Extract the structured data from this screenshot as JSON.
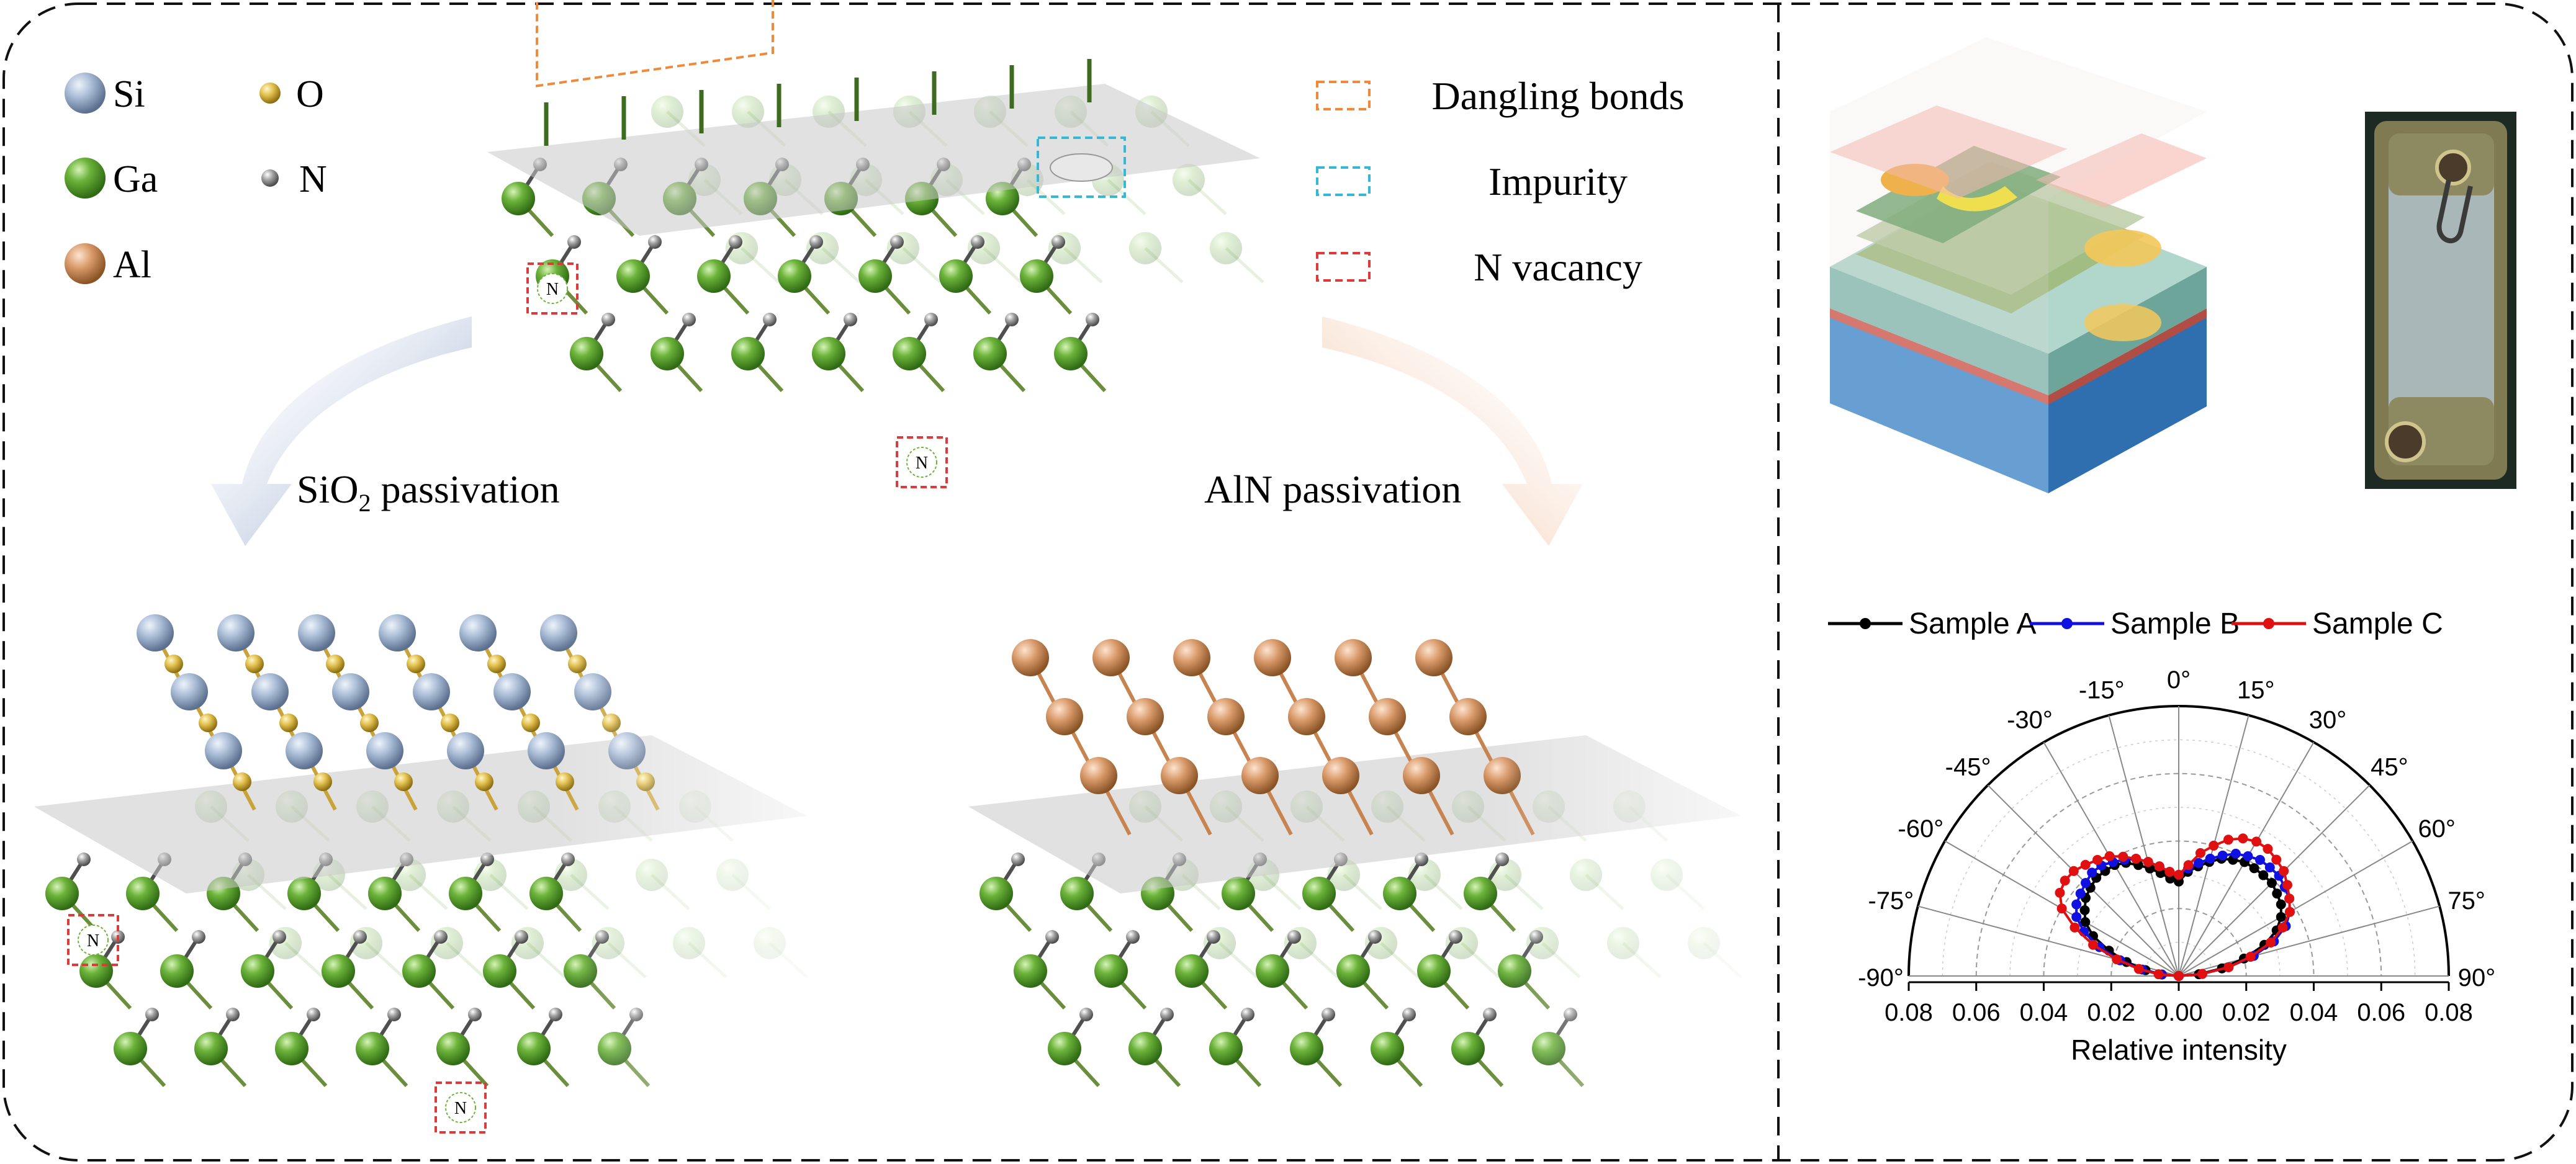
{
  "element_legend": [
    {
      "label": "Si",
      "color": "#a9bcd6"
    },
    {
      "label": "O",
      "color": "#e2c04e"
    },
    {
      "label": "Ga",
      "color": "#6cb33a"
    },
    {
      "label": "N",
      "color": "#8d8d8d"
    },
    {
      "label": "Al",
      "color": "#d99a6a"
    }
  ],
  "defect_legend": [
    {
      "label": "Dangling bonds",
      "color": "#f08a3a"
    },
    {
      "label": "Impurity",
      "color": "#35b8d8"
    },
    {
      "label": "N vacancy",
      "color": "#dd3a3a"
    }
  ],
  "vacancy_symbol": "N",
  "passivation": {
    "sio2_prefix": "SiO",
    "sio2_sub": "2",
    "sio2_suffix": " passivation",
    "aln": "AlN passivation"
  },
  "colors": {
    "ga": "#6cb33a",
    "n": "#8d8d8d",
    "si": "#a9bcd6",
    "o": "#e2c04e",
    "al": "#d99a6a",
    "arrow_left": "#7f97c2",
    "arrow_right": "#f0b48c",
    "plane": "#c9c9c9"
  },
  "chart_data": {
    "type": "polar",
    "legend": [
      "Sample A",
      "Sample B",
      "Sample C"
    ],
    "series": [
      {
        "name": "Sample A",
        "color": "#000000",
        "angles": [
          -90,
          -85,
          -80,
          -75,
          -70,
          -65,
          -60,
          -55,
          -50,
          -45,
          -40,
          -35,
          -30,
          -25,
          -20,
          -15,
          -10,
          -5,
          0,
          5,
          10,
          15,
          20,
          25,
          30,
          35,
          40,
          45,
          50,
          55,
          60,
          65,
          70,
          75,
          80,
          85,
          90
        ],
        "values": [
          0.0,
          0.005,
          0.01,
          0.016,
          0.022,
          0.028,
          0.032,
          0.034,
          0.036,
          0.037,
          0.038,
          0.038,
          0.038,
          0.037,
          0.035,
          0.033,
          0.031,
          0.029,
          0.028,
          0.031,
          0.033,
          0.035,
          0.037,
          0.038,
          0.039,
          0.039,
          0.039,
          0.039,
          0.038,
          0.037,
          0.035,
          0.032,
          0.027,
          0.02,
          0.013,
          0.006,
          0.0
        ]
      },
      {
        "name": "Sample B",
        "color": "#1010e0",
        "angles": [
          -90,
          -85,
          -80,
          -75,
          -70,
          -65,
          -60,
          -55,
          -50,
          -45,
          -40,
          -35,
          -30,
          -25,
          -20,
          -15,
          -10,
          -5,
          0,
          5,
          10,
          15,
          20,
          25,
          30,
          35,
          40,
          45,
          50,
          55,
          60,
          65,
          70,
          75,
          80,
          85,
          90
        ],
        "values": [
          0.0,
          0.005,
          0.011,
          0.018,
          0.025,
          0.031,
          0.035,
          0.037,
          0.038,
          0.039,
          0.04,
          0.04,
          0.039,
          0.038,
          0.037,
          0.035,
          0.033,
          0.031,
          0.03,
          0.032,
          0.034,
          0.036,
          0.038,
          0.04,
          0.041,
          0.042,
          0.042,
          0.042,
          0.041,
          0.04,
          0.038,
          0.035,
          0.03,
          0.023,
          0.015,
          0.007,
          0.0
        ]
      },
      {
        "name": "Sample C",
        "color": "#e01010",
        "angles": [
          -90,
          -85,
          -80,
          -75,
          -70,
          -65,
          -60,
          -55,
          -50,
          -45,
          -40,
          -35,
          -30,
          -25,
          -20,
          -15,
          -10,
          -5,
          0,
          5,
          10,
          15,
          20,
          25,
          30,
          35,
          40,
          45,
          50,
          55,
          60,
          65,
          70,
          75,
          80,
          85,
          90
        ],
        "values": [
          0.0,
          0.006,
          0.012,
          0.019,
          0.027,
          0.034,
          0.04,
          0.043,
          0.044,
          0.044,
          0.043,
          0.042,
          0.041,
          0.039,
          0.037,
          0.035,
          0.033,
          0.031,
          0.03,
          0.033,
          0.037,
          0.04,
          0.043,
          0.045,
          0.046,
          0.046,
          0.045,
          0.044,
          0.042,
          0.04,
          0.038,
          0.034,
          0.029,
          0.022,
          0.015,
          0.007,
          0.0
        ]
      }
    ],
    "angle_ticks": [
      -90,
      -75,
      -60,
      -45,
      -30,
      -15,
      0,
      15,
      30,
      45,
      60,
      75,
      90
    ],
    "angle_tick_labels": [
      "-90°",
      "-75°",
      "-60°",
      "-45°",
      "-30°",
      "-15°",
      "0°",
      "15°",
      "30°",
      "45°",
      "60°",
      "75°",
      "90°"
    ],
    "radial_ticks": [
      "0.08",
      "0.06",
      "0.04",
      "0.02",
      "0.00",
      "0.02",
      "0.04",
      "0.06",
      "0.08"
    ],
    "rlim": [
      0,
      0.08
    ],
    "xlabel": "Relative intensity"
  }
}
